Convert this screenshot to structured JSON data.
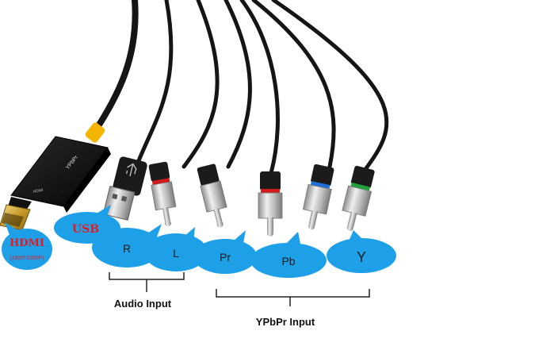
{
  "bubbles": {
    "hdmi_title": "HDMI",
    "hdmi_res": "(1920*1080P)",
    "usb": "USB",
    "r": "R",
    "l": "L",
    "pr": "Pr",
    "pb": "Pb",
    "y": "Y"
  },
  "device": {
    "label_main": "YPbPr",
    "label_small": "HDMI"
  },
  "groups": {
    "audio": "Audio Input",
    "ypbpr": "YPbPr Input"
  },
  "colors": {
    "bubble": "#1ea0e8",
    "cable": "#151515",
    "rca_metal": "#c7c7c7",
    "ring_red": "#d11a1a",
    "ring_blue": "#1f6fd6",
    "ring_green": "#22a03a",
    "hdmi_red": "#e21b23"
  }
}
